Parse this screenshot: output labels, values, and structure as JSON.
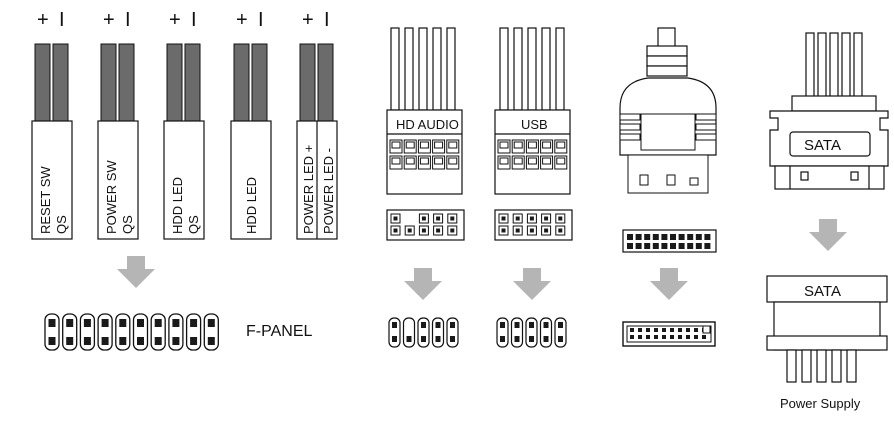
{
  "front_panel": {
    "polarity_symbols": [
      {
        "plus": "+",
        "minus": "I"
      },
      {
        "plus": "+",
        "minus": "I"
      },
      {
        "plus": "+",
        "minus": "I"
      },
      {
        "plus": "+",
        "minus": "I"
      },
      {
        "plus": "+",
        "minus": "I"
      }
    ],
    "plugs": [
      {
        "name": "reset-sw",
        "lines": [
          "RESET SW",
          "QS"
        ]
      },
      {
        "name": "power-sw",
        "lines": [
          "POWER SW",
          "QS"
        ]
      },
      {
        "name": "hdd-led-qs",
        "lines": [
          "HDD LED",
          "QS"
        ]
      },
      {
        "name": "hdd-led",
        "lines": [
          "HDD LED"
        ]
      },
      {
        "name": "power-led",
        "lines": [
          "POWER LED +",
          "POWER LED -"
        ]
      }
    ],
    "header_label": "F-PANEL"
  },
  "hd_audio": {
    "label": "HD AUDIO"
  },
  "usb": {
    "label": "USB"
  },
  "sata": {
    "connector_label": "SATA",
    "power_label": "SATA",
    "caption": "Power Supply"
  },
  "colors": {
    "line": "#111111",
    "wire": "#6b6b6b",
    "wire_light": "#8a8a8a",
    "arrow": "#b5b5b5",
    "fill": "#ffffff",
    "dark": "#1a1a1a"
  }
}
